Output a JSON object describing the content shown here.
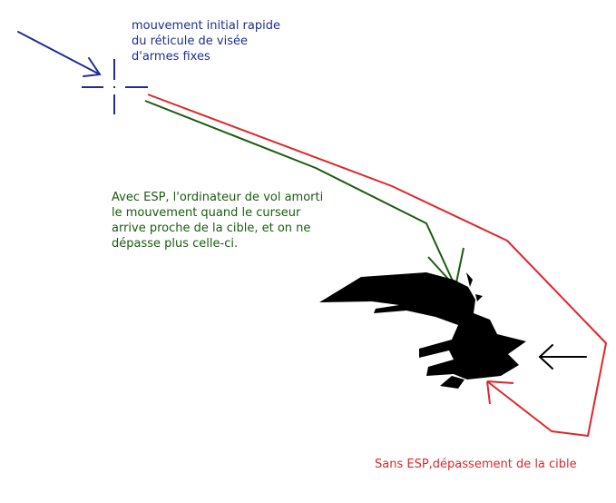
{
  "annotations": {
    "initial_movement": "mouvement initial rapide\ndu réticule de visée\nd'armes fixes",
    "with_esp": "Avec ESP, l'ordinateur de vol amorti\nle mouvement quand le curseur\narrive proche de la cible, et on ne\ndépasse plus celle-ci.",
    "without_esp": "Sans ESP,dépassement de la cible"
  },
  "colors": {
    "initial_movement": "#1e2e93",
    "with_esp": "#1d5a12",
    "without_esp": "#e0262a",
    "target": "#000000"
  },
  "icons": [
    "crosshair-reticle-icon",
    "aircraft-target-silhouette"
  ]
}
